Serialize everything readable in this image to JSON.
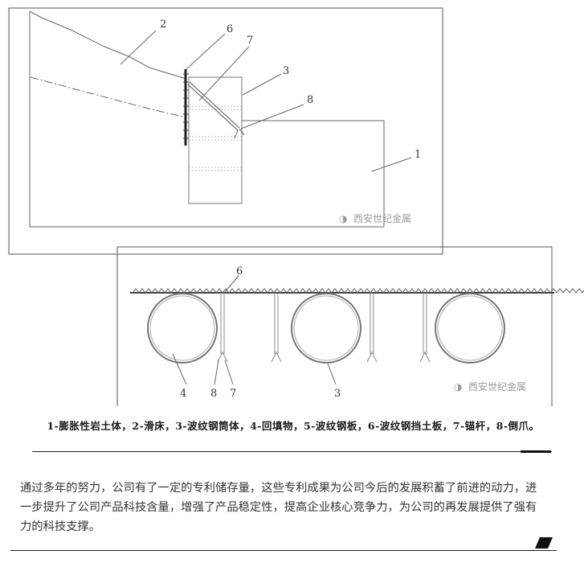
{
  "figure_top": {
    "labels": [
      "1",
      "2",
      "3",
      "6",
      "7",
      "8"
    ],
    "watermark": "西安世纪金属"
  },
  "figure_bottom": {
    "labels": [
      "3",
      "4",
      "6",
      "7",
      "8"
    ],
    "watermark": "西安世纪金属"
  },
  "caption": "1-膨胀性岩土体，2-滑床，3-波纹钢筒体，4-回填物，5-波纹钢板，6-波纹钢挡土板，7-锚杆，8-倒爪。",
  "paragraph": "通过多年的努力，公司有了一定的专利储存量，这些专利成果为公司今后的发展积蓄了前进的动力，进一步提升了公司产品科技含量，增强了产品稳定性，提高企业核心竞争力，为公司的再发展提供了强有力的科技支撑。"
}
